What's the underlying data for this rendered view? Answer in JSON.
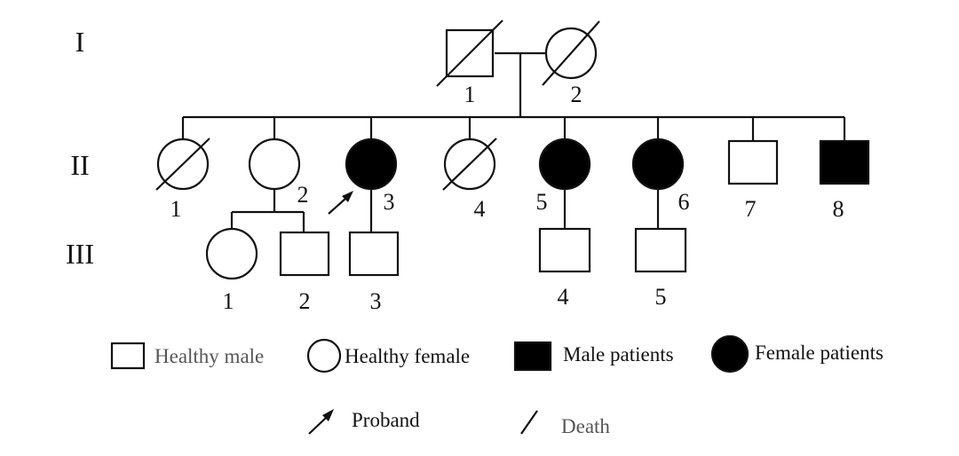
{
  "generations": [
    {
      "id": "I",
      "label": "I"
    },
    {
      "id": "II",
      "label": "II"
    },
    {
      "id": "III",
      "label": "III"
    }
  ],
  "individuals": [
    {
      "id": "I-1",
      "generation": "I",
      "number": "1",
      "sex": "male",
      "affected": false,
      "deceased": true
    },
    {
      "id": "I-2",
      "generation": "I",
      "number": "2",
      "sex": "female",
      "affected": false,
      "deceased": true
    },
    {
      "id": "II-1",
      "generation": "II",
      "number": "1",
      "sex": "female",
      "affected": false,
      "deceased": true
    },
    {
      "id": "II-2",
      "generation": "II",
      "number": "2",
      "sex": "female",
      "affected": false,
      "deceased": false
    },
    {
      "id": "II-3",
      "generation": "II",
      "number": "3",
      "sex": "female",
      "affected": true,
      "deceased": false,
      "proband": true
    },
    {
      "id": "II-4",
      "generation": "II",
      "number": "4",
      "sex": "female",
      "affected": false,
      "deceased": true
    },
    {
      "id": "II-5",
      "generation": "II",
      "number": "5",
      "sex": "female",
      "affected": true,
      "deceased": false
    },
    {
      "id": "II-6",
      "generation": "II",
      "number": "6",
      "sex": "female",
      "affected": true,
      "deceased": false
    },
    {
      "id": "II-7",
      "generation": "II",
      "number": "7",
      "sex": "male",
      "affected": false,
      "deceased": false
    },
    {
      "id": "II-8",
      "generation": "II",
      "number": "8",
      "sex": "male",
      "affected": true,
      "deceased": false
    },
    {
      "id": "III-1",
      "generation": "III",
      "number": "1",
      "sex": "female",
      "affected": false,
      "deceased": false,
      "parent": "II-2"
    },
    {
      "id": "III-2",
      "generation": "III",
      "number": "2",
      "sex": "male",
      "affected": false,
      "deceased": false,
      "parent": "II-2"
    },
    {
      "id": "III-3",
      "generation": "III",
      "number": "3",
      "sex": "male",
      "affected": false,
      "deceased": false,
      "parent": "II-3"
    },
    {
      "id": "III-4",
      "generation": "III",
      "number": "4",
      "sex": "male",
      "affected": false,
      "deceased": false,
      "parent": "II-5"
    },
    {
      "id": "III-5",
      "generation": "III",
      "number": "5",
      "sex": "male",
      "affected": false,
      "deceased": false,
      "parent": "II-6"
    }
  ],
  "legend": {
    "healthy_male": "Healthy male",
    "healthy_female": "Healthy female",
    "male_patients": "Male patients",
    "female_patients": "Female patients",
    "proband": "Proband",
    "death": "Death"
  },
  "colors": {
    "line": "#111111",
    "affected_fill": "#000000",
    "unaffected_fill": "#ffffff",
    "legend_text_muted": "#555555"
  }
}
